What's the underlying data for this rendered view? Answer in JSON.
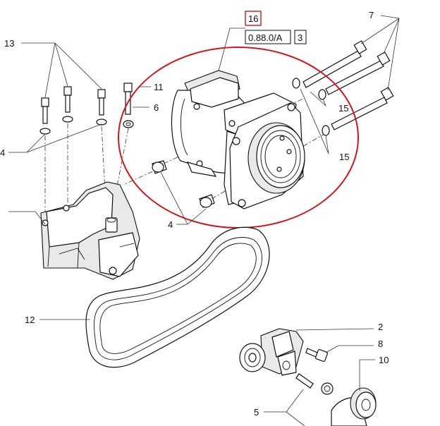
{
  "reference_box": {
    "part_number": "16",
    "code": "0.88.0/A",
    "index": "3"
  },
  "callouts": {
    "c13": "13",
    "c11": "11",
    "c6": "6",
    "c4_left": "4",
    "c4_center": "4",
    "c7": "7",
    "c15_top": "15",
    "c15_bottom": "15",
    "c12": "12",
    "c2": "2",
    "c8": "8",
    "c10": "10",
    "c5": "5"
  },
  "colors": {
    "highlight": "#d0181c",
    "line": "#111111",
    "background": "#ffffff"
  }
}
